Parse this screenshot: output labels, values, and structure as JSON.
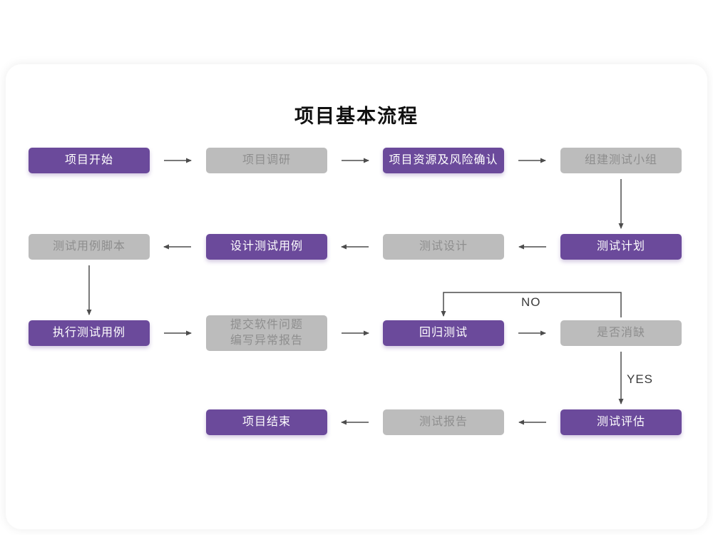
{
  "title": "项目基本流程",
  "colors": {
    "purple": "#6b4a9b",
    "gray": "#bcbcbc",
    "gray-text": "#8e8e8e",
    "arrow": "#4d4d4d"
  },
  "labels": {
    "no": "NO",
    "yes": "YES"
  },
  "nodes": [
    {
      "id": "project-start",
      "label": "项目开始",
      "type": "purple"
    },
    {
      "id": "project-research",
      "label": "项目调研",
      "type": "gray"
    },
    {
      "id": "resource-risk-confirm",
      "label": "项目资源及风险确认",
      "type": "purple"
    },
    {
      "id": "form-test-team",
      "label": "组建测试小组",
      "type": "gray"
    },
    {
      "id": "test-case-script",
      "label": "测试用例脚本",
      "type": "gray"
    },
    {
      "id": "design-test-cases",
      "label": "设计测试用例",
      "type": "purple"
    },
    {
      "id": "test-design",
      "label": "测试设计",
      "type": "gray"
    },
    {
      "id": "test-plan",
      "label": "测试计划",
      "type": "purple"
    },
    {
      "id": "execute-test-cases",
      "label": "执行测试用例",
      "type": "purple"
    },
    {
      "id": "submit-issues-report",
      "label": "提交软件问题\n编写异常报告",
      "type": "gray"
    },
    {
      "id": "regression-test",
      "label": "回归测试",
      "type": "purple"
    },
    {
      "id": "defect-eliminated",
      "label": "是否消缺",
      "type": "gray"
    },
    {
      "id": "project-end",
      "label": "项目结束",
      "type": "purple"
    },
    {
      "id": "test-report",
      "label": "测试报告",
      "type": "gray"
    },
    {
      "id": "test-evaluation",
      "label": "测试评估",
      "type": "purple"
    }
  ]
}
